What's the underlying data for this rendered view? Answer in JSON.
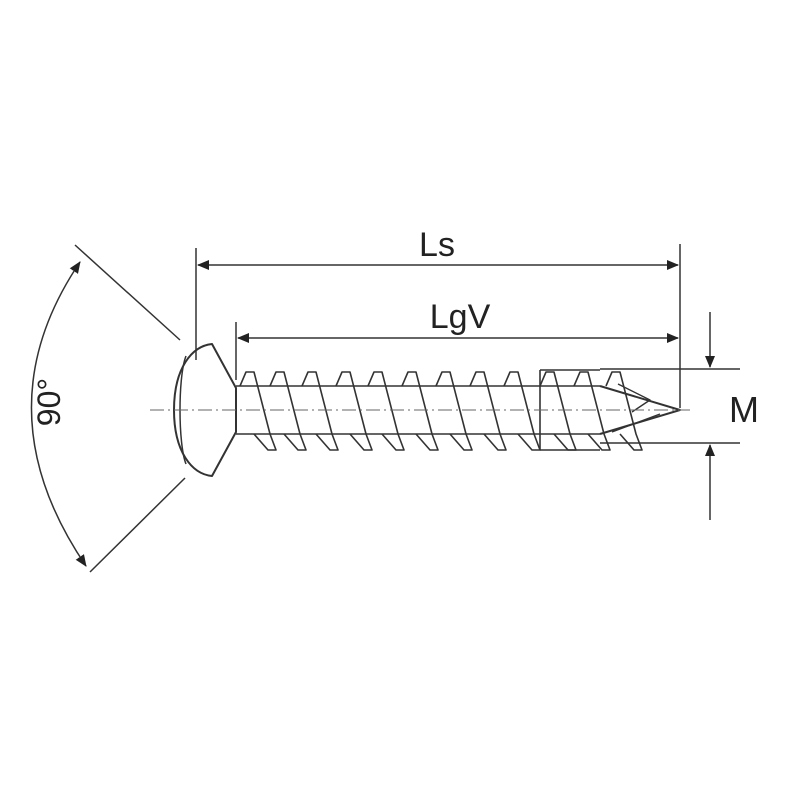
{
  "diagram": {
    "labels": {
      "total_length": "Ls",
      "thread_length": "LgV",
      "diameter": "M",
      "head_angle": "90°"
    },
    "colors": {
      "stroke": "#333333",
      "text": "#222222",
      "background": "#ffffff"
    }
  }
}
